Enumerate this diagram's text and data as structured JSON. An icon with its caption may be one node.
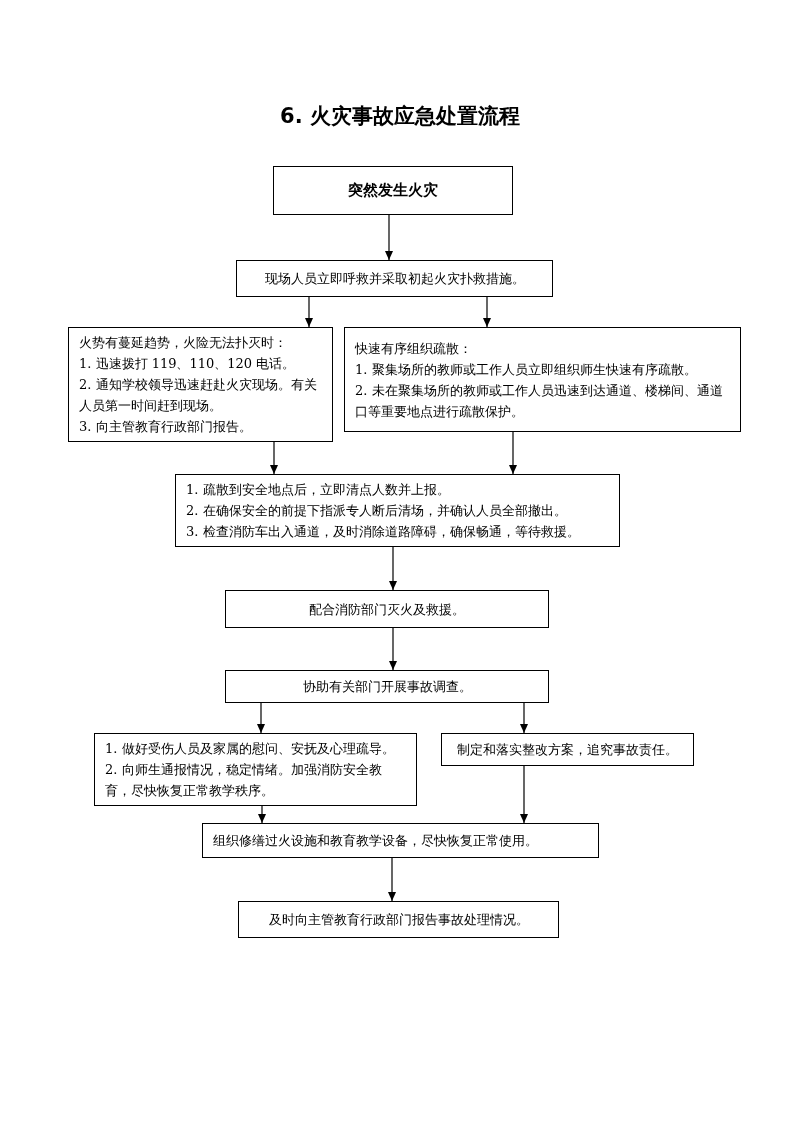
{
  "diagram": {
    "title": "6. 火灾事故应急处置流程",
    "nodes": [
      {
        "text": [
          "突然发生火灾"
        ]
      },
      {
        "text": [
          "现场人员立即呼救并采取初起火灾扑救措施。"
        ]
      },
      {
        "text": [
          "火势有蔓延趋势，火险无法扑灭时：",
          "1. 迅速拨打 119、110、120 电话。",
          "2. 通知学校领导迅速赶赴火灾现场。有关人员第一时间赶到现场。",
          "3. 向主管教育行政部门报告。"
        ]
      },
      {
        "text": [
          "快速有序组织疏散：",
          "1. 聚集场所的教师或工作人员立即组织师生快速有序疏散。",
          "2. 未在聚集场所的教师或工作人员迅速到达通道、楼梯间、通道口等重要地点进行疏散保护。"
        ]
      },
      {
        "text": [
          "1. 疏散到安全地点后，立即清点人数并上报。",
          "2. 在确保安全的前提下指派专人断后清场，并确认人员全部撤出。",
          "3. 检查消防车出入通道，及时消除道路障碍，确保畅通，等待救援。"
        ]
      },
      {
        "text": [
          "配合消防部门灭火及救援。"
        ]
      },
      {
        "text": [
          "协助有关部门开展事故调查。"
        ]
      },
      {
        "text": [
          "1. 做好受伤人员及家属的慰问、安抚及心理疏导。",
          "2. 向师生通报情况，稳定情绪。加强消防安全教育，尽快恢复正常教学秩序。"
        ]
      },
      {
        "text": [
          "制定和落实整改方案，追究事故责任。"
        ]
      },
      {
        "text": [
          "组织修缮过火设施和教育教学设备，尽快恢复正常使用。"
        ]
      },
      {
        "text": [
          "及时向主管教育行政部门报告事故处理情况。"
        ]
      }
    ],
    "edges": [
      {
        "from": 0,
        "to": 1,
        "arrow": "to"
      },
      {
        "from": 1,
        "to": 2,
        "arrow": "to"
      },
      {
        "from": 1,
        "to": 3,
        "arrow": "to"
      },
      {
        "from": 2,
        "to": 4,
        "arrow": "to"
      },
      {
        "from": 3,
        "to": 4,
        "arrow": "to"
      },
      {
        "from": 4,
        "to": 5,
        "arrow": "to"
      },
      {
        "from": 5,
        "to": 6,
        "arrow": "to"
      },
      {
        "from": 6,
        "to": 7,
        "arrow": "to"
      },
      {
        "from": 6,
        "to": 8,
        "arrow": "to"
      },
      {
        "from": 7,
        "to": 9,
        "arrow": "to"
      },
      {
        "from": 8,
        "to": 9,
        "arrow": "to"
      },
      {
        "from": 9,
        "to": 10,
        "arrow": "to"
      }
    ]
  }
}
